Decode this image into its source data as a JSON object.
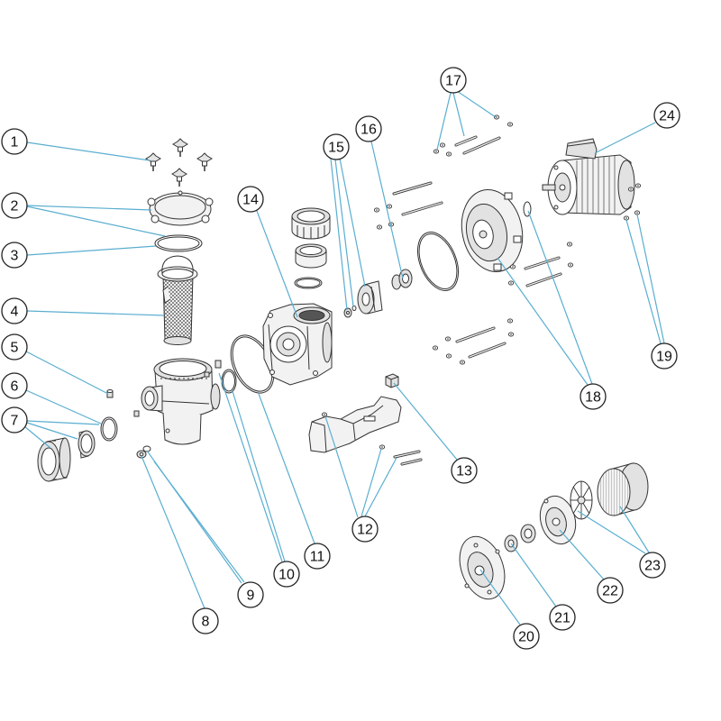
{
  "callouts": [
    "1",
    "2",
    "3",
    "4",
    "5",
    "6",
    "7",
    "8",
    "9",
    "10",
    "11",
    "12",
    "13",
    "14",
    "15",
    "16",
    "17",
    "18",
    "19",
    "20",
    "21",
    "22",
    "23",
    "24"
  ],
  "colors": {
    "leader": "#5aaed0",
    "outline": "#333333",
    "background": "#ffffff"
  }
}
